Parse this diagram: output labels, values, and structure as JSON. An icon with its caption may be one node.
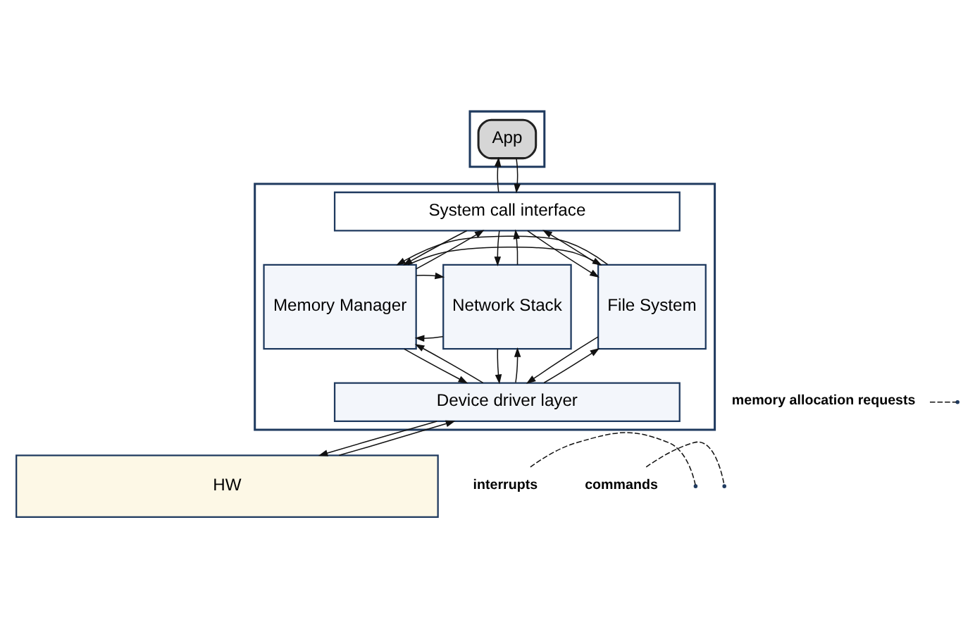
{
  "diagram": {
    "nodes": [
      {
        "text": [],
        "shape": "box"
      },
      {
        "text": [
          "App"
        ],
        "in": 0
      },
      {
        "text": [],
        "shape": "box"
      },
      {
        "text": [
          "System call interface"
        ],
        "in": 2
      },
      {
        "text": [
          "File System"
        ],
        "in": 2
      },
      {
        "text": [
          "Memory Manager"
        ],
        "in": 2
      },
      {
        "text": [
          "Network Stack"
        ],
        "in": 2
      },
      {
        "text": [
          "Device driver layer"
        ],
        "in": 2
      },
      {
        "text": [
          "HW"
        ]
      },
      {
        "text": [
          "memory allocation requests"
        ]
      },
      {
        "text": [
          "commands"
        ]
      },
      {
        "text": [
          "interrupts"
        ]
      }
    ],
    "edges": [
      {
        "from": 1,
        "to": 3,
        "arrow": "to"
      },
      {
        "from": 3,
        "to": 1,
        "arrow": "to"
      },
      {
        "from": 3,
        "to": 4,
        "arrow": "to"
      },
      {
        "from": 4,
        "to": 3,
        "arrow": "to"
      },
      {
        "from": 3,
        "to": 5,
        "arrow": "to"
      },
      {
        "from": 5,
        "to": 3,
        "arrow": "to"
      },
      {
        "from": 3,
        "to": 6,
        "arrow": "to"
      },
      {
        "from": 6,
        "to": 3,
        "arrow": "to"
      },
      {
        "from": 5,
        "to": 4,
        "arrow": "to"
      },
      {
        "from": 4,
        "to": 5,
        "arrow": "to"
      },
      {
        "from": 6,
        "to": 5,
        "arrow": "to"
      },
      {
        "from": 5,
        "to": 6,
        "arrow": "to"
      },
      {
        "from": 4,
        "to": 7,
        "arrow": "to"
      },
      {
        "from": 7,
        "to": 4,
        "arrow": "to"
      },
      {
        "from": 5,
        "to": 7,
        "arrow": "to"
      },
      {
        "from": 7,
        "to": 5,
        "arrow": "to"
      },
      {
        "from": 6,
        "to": 7,
        "arrow": "to"
      },
      {
        "from": 7,
        "to": 6,
        "arrow": "to"
      },
      {
        "from": 7,
        "to": 8,
        "arrow": "to"
      },
      {
        "from": 8,
        "to": 7,
        "arrow": "to"
      },
      {
        "from": 9,
        "to": null,
        "arrow": "none",
        "style": "dashed"
      },
      {
        "from": 10,
        "to": null,
        "arrow": "none",
        "style": "dashed"
      },
      {
        "from": 11,
        "to": null,
        "arrow": "none",
        "style": "dashed"
      }
    ]
  }
}
